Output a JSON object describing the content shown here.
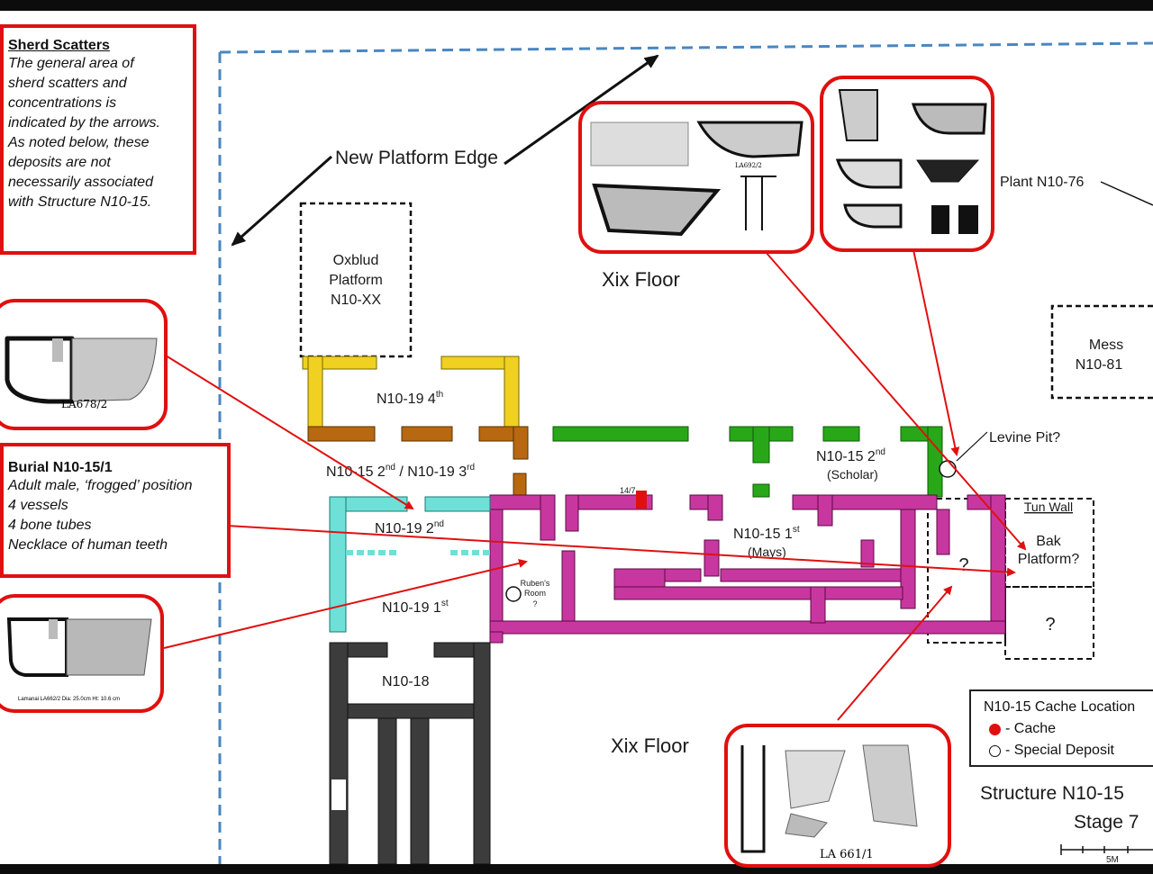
{
  "sherd_scatters": {
    "title": "Sherd Scatters",
    "lines": [
      "The general area of",
      "sherd scatters and",
      "concentrations is",
      "indicated by the arrows.",
      "As noted below, these",
      "deposits are not",
      "necessarily associated",
      "with Structure N10-15."
    ]
  },
  "burial": {
    "title": "Burial N10-15/1",
    "lines": [
      "Adult male, ‘frogged’ position",
      "4 vessels",
      "4 bone tubes",
      "Necklace of human teeth"
    ]
  },
  "vessel_labels": {
    "la678": "LA678/2",
    "la662": "Lamanai LA662/2  Dia: 25.0cm  Ht: 10.6 cm",
    "la661": "LA 661/1",
    "la692": "LA692/2"
  },
  "map_labels": {
    "new_platform_edge": "New Platform Edge",
    "oxblud": [
      "Oxblud",
      "Platform",
      "N10-XX"
    ],
    "xix_floor_top": "Xix Floor",
    "xix_floor_bottom": "Xix Floor",
    "plant": "Plant N10-76",
    "mess": [
      "Mess",
      "N10-81"
    ],
    "levine_pit": "Levine Pit?",
    "tun_wall": "Tun Wall",
    "bak": [
      "Bak",
      "Platform?"
    ],
    "question": "?",
    "n10_19_4th": "N10-19 4",
    "n10_19_4th_sup": "th",
    "n10_15_2nd_19_3rd_a": "N10-15 2",
    "n10_15_2nd_19_3rd_b": " / N10-19 3",
    "sup_nd": "nd",
    "sup_rd": "rd",
    "sup_st": "st",
    "n10_15_2nd_scholar": "N10-15 2",
    "scholar": "(Scholar)",
    "cache_14_7": "14/7",
    "n10_15_1st": "N10-15 1",
    "mays": "(Mays)",
    "n10_19_2nd": "N10-19 2",
    "n10_19_1st": "N10-19 1",
    "rubens_room": [
      "Ruben's",
      "Room",
      "?"
    ],
    "n10_18": "N10-18",
    "structure": "Structure N10-15",
    "stage": "Stage 7",
    "scale": "5M"
  },
  "legend": {
    "title": "N10-15 Cache Location",
    "cache": "- Cache",
    "special": "- Special Deposit"
  },
  "colors": {
    "accent_red": "#e01010",
    "magenta": "#c8379f",
    "green": "#28a818",
    "yellow": "#f0d020",
    "brown": "#b86810",
    "cyan": "#6ee0d8",
    "charcoal": "#3c3c3c"
  }
}
